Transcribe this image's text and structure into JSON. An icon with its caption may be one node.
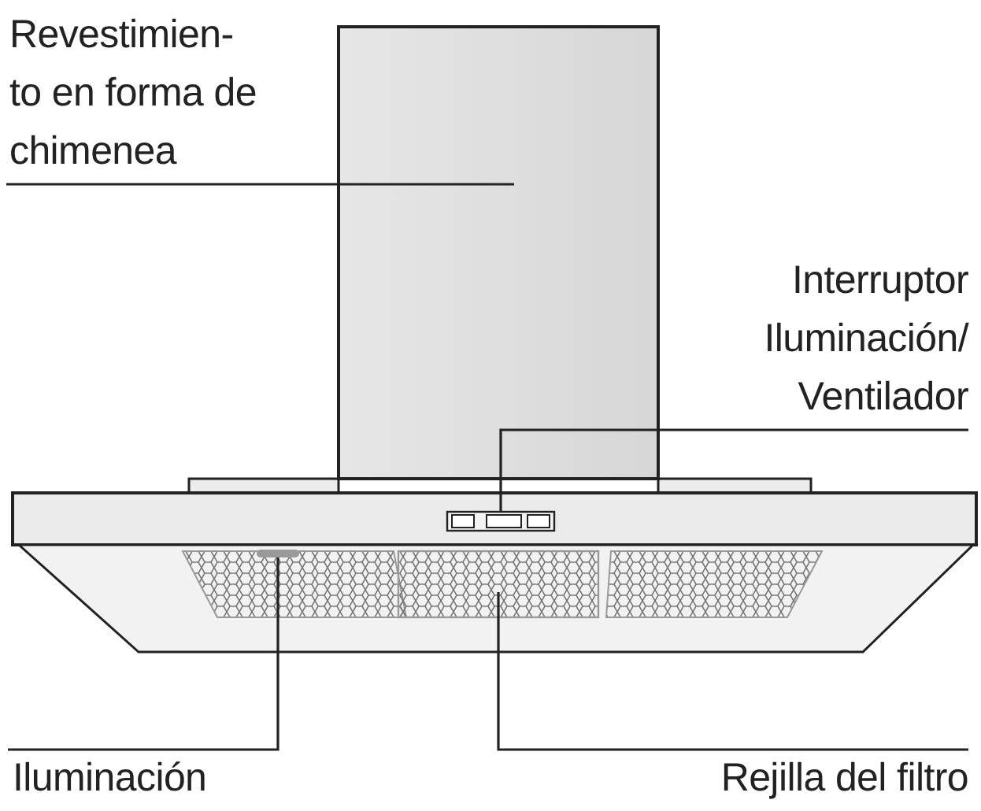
{
  "diagram": {
    "nodes": [
      {
        "text": [
          "Revestimien- to en forma de chimenea"
        ]
      },
      {
        "text": [],
        "shape": "box"
      },
      {
        "text": [
          "Interruptor Iluminación/ Ventilador"
        ]
      },
      {
        "text": [],
        "shape": "box"
      },
      {
        "text": [
          "Iluminación"
        ]
      },
      {
        "text": [],
        "shape": "bar"
      },
      {
        "text": [
          "Rejilla del filtro"
        ]
      },
      {
        "text": [],
        "shape": "box"
      }
    ],
    "edges": [
      {
        "from": 0,
        "to": 1,
        "arrow": "none"
      },
      {
        "from": 2,
        "to": 3,
        "arrow": "none"
      },
      {
        "from": 4,
        "to": 5,
        "arrow": "none"
      },
      {
        "from": 6,
        "to": 7,
        "arrow": "none"
      }
    ]
  }
}
